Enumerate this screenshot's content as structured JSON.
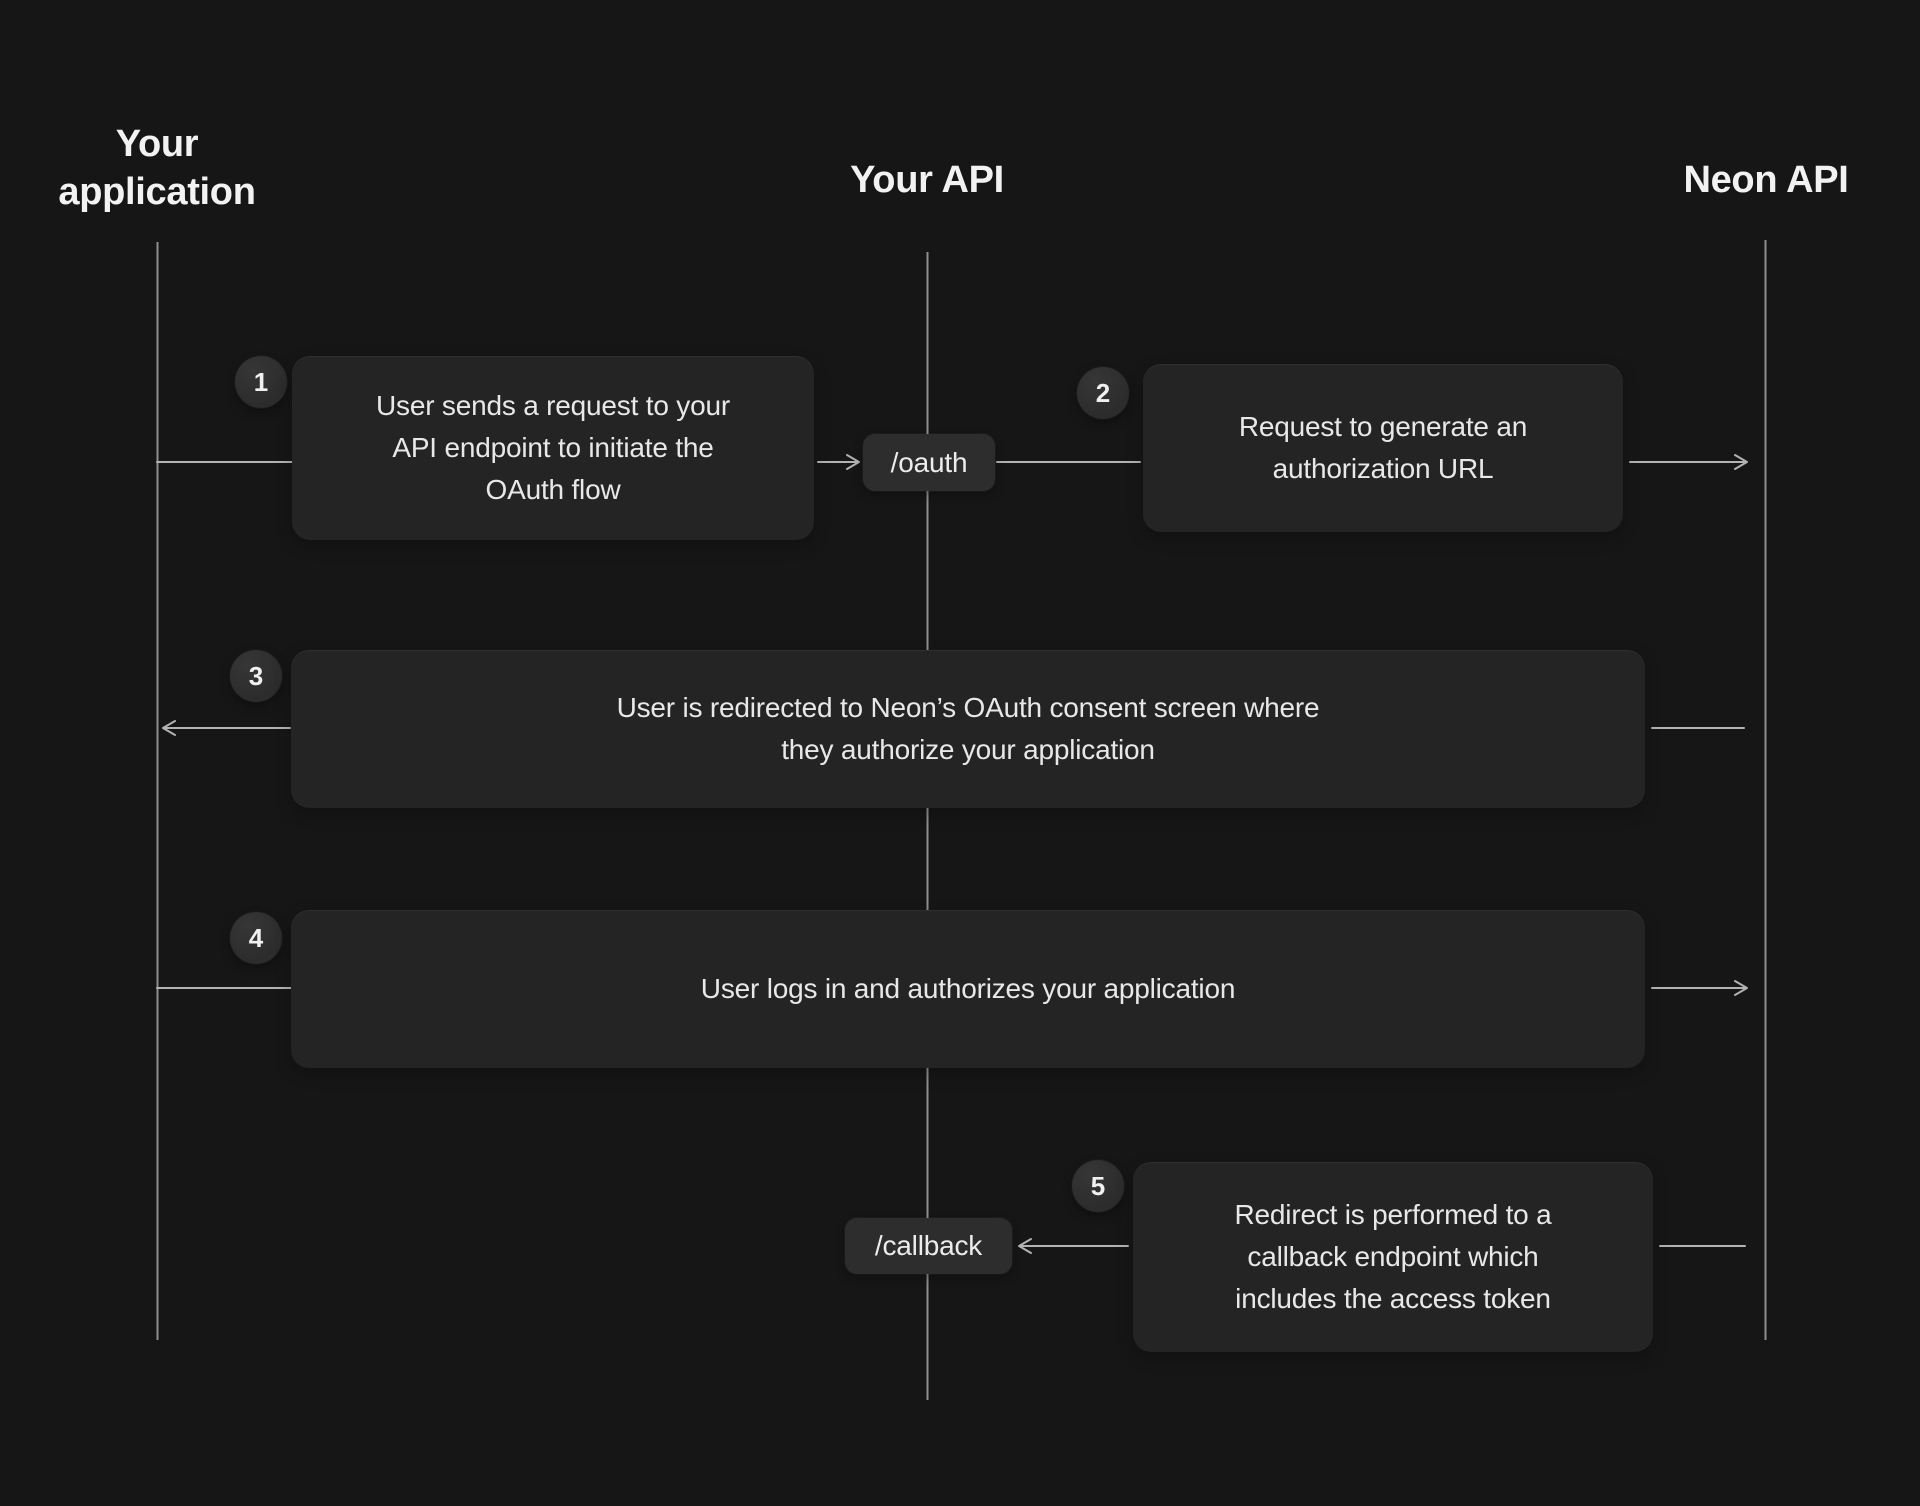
{
  "theme": {
    "background": "#161616",
    "box_bg": "#242424",
    "pill_bg": "#2d2d2d",
    "badge_bg": "#2c2c2c",
    "line": "#b3b3b3",
    "lifeline": "#8f8f8f",
    "heading": "#f2f2f2",
    "text": "#e8e8e8"
  },
  "actors": [
    {
      "id": "your-application",
      "label": "Your application"
    },
    {
      "id": "your-api",
      "label": "Your API"
    },
    {
      "id": "neon-api",
      "label": "Neon API"
    }
  ],
  "endpoints": {
    "oauth": "/oauth",
    "callback": "/callback"
  },
  "steps": [
    {
      "number": "1",
      "text": "User sends a request to your API endpoint to initiate the OAuth flow"
    },
    {
      "number": "2",
      "text": "Request to generate an authorization URL"
    },
    {
      "number": "3",
      "text": "User is redirected to Neon’s OAuth consent screen where they authorize your application"
    },
    {
      "number": "4",
      "text": "User logs in and authorizes your application"
    },
    {
      "number": "5",
      "text": "Redirect is performed to a callback endpoint which includes the access token"
    }
  ]
}
